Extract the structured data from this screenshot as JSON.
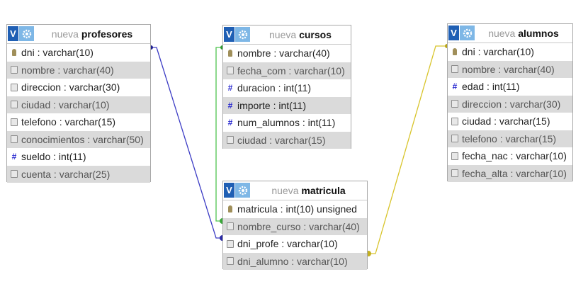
{
  "tables": {
    "profesores": {
      "db_label": "nueva",
      "name": "profesores",
      "columns": [
        {
          "text": "dni : varchar(10)",
          "kind": "key"
        },
        {
          "text": "nombre : varchar(40)",
          "kind": "col"
        },
        {
          "text": "direccion : varchar(30)",
          "kind": "col"
        },
        {
          "text": "ciudad : varchar(10)",
          "kind": "col"
        },
        {
          "text": "telefono : varchar(15)",
          "kind": "col"
        },
        {
          "text": "conocimientos : varchar(50)",
          "kind": "col"
        },
        {
          "text": "sueldo : int(11)",
          "kind": "num"
        },
        {
          "text": "cuenta : varchar(25)",
          "kind": "col"
        }
      ]
    },
    "cursos": {
      "db_label": "nueva",
      "name": "cursos",
      "columns": [
        {
          "text": "nombre : varchar(40)",
          "kind": "key"
        },
        {
          "text": "fecha_com : varchar(10)",
          "kind": "col"
        },
        {
          "text": "duracion : int(11)",
          "kind": "num"
        },
        {
          "text": "importe : int(11)",
          "kind": "num"
        },
        {
          "text": "num_alumnos : int(11)",
          "kind": "num"
        },
        {
          "text": "ciudad : varchar(15)",
          "kind": "col"
        }
      ]
    },
    "alumnos": {
      "db_label": "nueva",
      "name": "alumnos",
      "columns": [
        {
          "text": "dni : varchar(10)",
          "kind": "key"
        },
        {
          "text": "nombre : varchar(40)",
          "kind": "col"
        },
        {
          "text": "edad : int(11)",
          "kind": "num"
        },
        {
          "text": "direccion : varchar(30)",
          "kind": "col"
        },
        {
          "text": "ciudad : varchar(15)",
          "kind": "col"
        },
        {
          "text": "telefono : varchar(15)",
          "kind": "col"
        },
        {
          "text": "fecha_nac : varchar(10)",
          "kind": "col"
        },
        {
          "text": "fecha_alta : varchar(10)",
          "kind": "col"
        }
      ]
    },
    "matricula": {
      "db_label": "nueva",
      "name": "matricula",
      "columns": [
        {
          "text": "matricula : int(10) unsigned",
          "kind": "key"
        },
        {
          "text": "nombre_curso : varchar(40)",
          "kind": "col"
        },
        {
          "text": "dni_profe : varchar(10)",
          "kind": "col"
        },
        {
          "text": "dni_alumno : varchar(10)",
          "kind": "col"
        }
      ]
    }
  },
  "relations": [
    {
      "from": "matricula.dni_profe",
      "to": "profesores.dni",
      "color": "#3b3bc4"
    },
    {
      "from": "matricula.nombre_curso",
      "to": "cursos.nombre",
      "color": "#4fc44f"
    },
    {
      "from": "matricula.dni_alumno",
      "to": "alumnos.dni",
      "color": "#d8c42a"
    }
  ],
  "icons": {
    "table_badge": "v-icon",
    "settings": "gear-icon",
    "primary_key": "key-icon",
    "numeric": "hash-icon",
    "column": "column-icon"
  }
}
